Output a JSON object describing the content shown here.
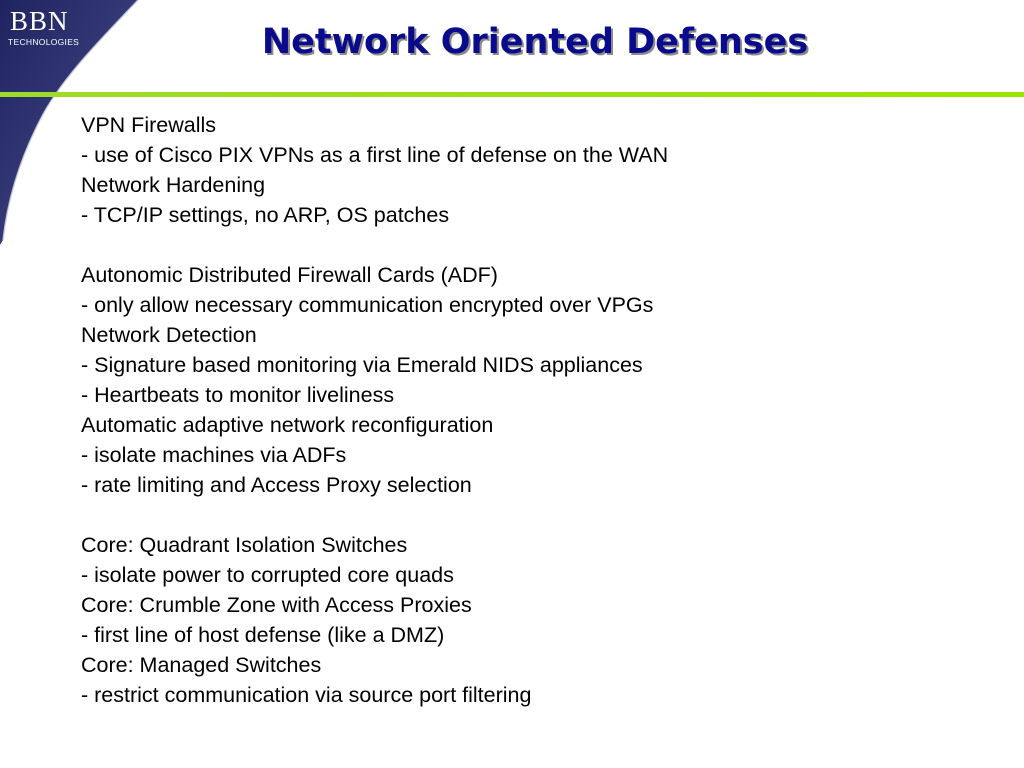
{
  "logo": {
    "mark": "BBN",
    "sub": "TECHNOLOGIES"
  },
  "title": "Network Oriented Defenses",
  "lines": [
    "VPN Firewalls",
    "- use of Cisco PIX VPNs as a first line of defense on the WAN",
    "Network Hardening",
    "- TCP/IP settings, no ARP, OS patches",
    "",
    "Autonomic Distributed Firewall Cards (ADF)",
    "- only allow necessary communication encrypted over VPGs",
    "Network Detection",
    "- Signature based monitoring via Emerald NIDS appliances",
    "- Heartbeats to monitor liveliness",
    "Automatic adaptive network reconfiguration",
    "- isolate machines via ADFs",
    "- rate limiting and Access Proxy selection",
    "",
    "Core: Quadrant Isolation Switches",
    "- isolate power to corrupted core quads",
    "Core: Crumble Zone with Access Proxies",
    "- first line of host defense (like a DMZ)",
    "Core: Managed Switches",
    "- restrict communication via source port filtering"
  ],
  "colors": {
    "title": "#0a0a8c",
    "rule": "#99e600",
    "swoosh": "#2b2f6e"
  }
}
